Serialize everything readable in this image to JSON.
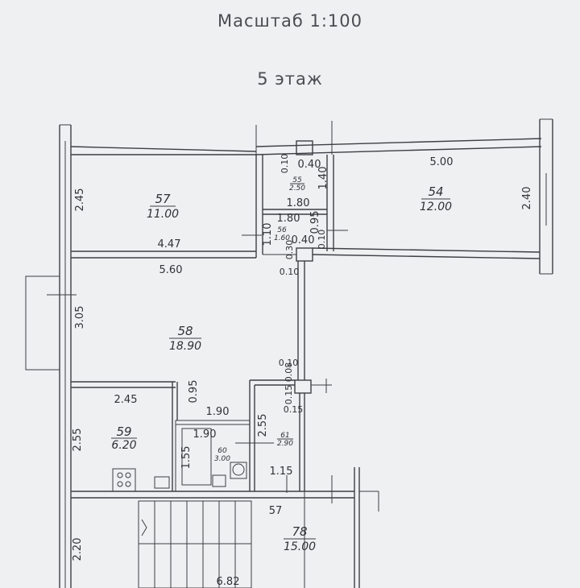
{
  "header": {
    "scale": "Масштаб 1:100",
    "floor": "5 этаж"
  },
  "rooms": {
    "r57": {
      "number": "57",
      "area": "11.00"
    },
    "r54": {
      "number": "54",
      "area": "12.00"
    },
    "r55": {
      "number": "55",
      "area": "2.50"
    },
    "r56": {
      "number": "56",
      "area": "1.60"
    },
    "r58": {
      "number": "58",
      "area": "18.90"
    },
    "r59": {
      "number": "59",
      "area": "6.20"
    },
    "r60": {
      "number": "60",
      "area": "3.00"
    },
    "r61": {
      "number": "61",
      "area": "2.90"
    },
    "r78": {
      "number": "78",
      "area": "15.00"
    }
  },
  "dimensions": {
    "d245_left": "2.45",
    "d447": "4.47",
    "d560": "5.60",
    "d305": "3.05",
    "d255_left": "2.55",
    "d220": "2.20",
    "d010_a": "0.10",
    "d040_a": "0.40",
    "d140": "1.40",
    "d180_a": "1.80",
    "d180_b": "1.80",
    "d095_a": "0.95",
    "d110": "1.10",
    "d030": "0.30",
    "d040_b": "0.40",
    "d010_b": "0.10",
    "d010_c": "0.10",
    "d500": "5.00",
    "d240": "2.40",
    "d010_d": "0.10",
    "d015_a": "0.15",
    "d008": "0.08",
    "d015_b": "0.15",
    "d245_b": "2.45",
    "d095_b": "0.95",
    "d190_a": "1.90",
    "d190_b": "1.90",
    "d155": "1.55",
    "d255_b": "2.55",
    "d115": "1.15",
    "d57": "57",
    "d682": "6.82"
  }
}
